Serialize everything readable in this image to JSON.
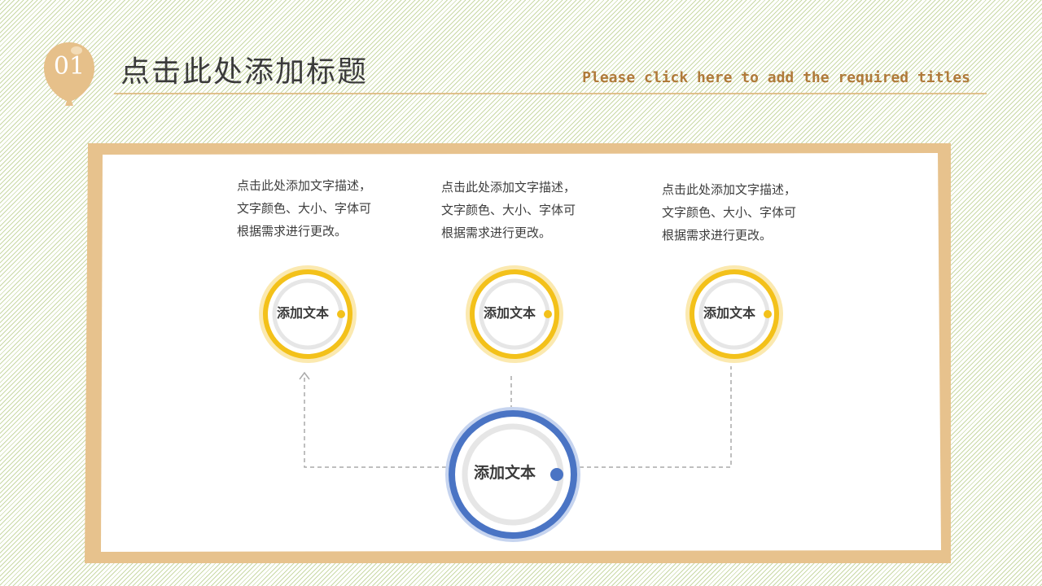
{
  "header": {
    "badge_number": "01",
    "title": "点击此处添加标题",
    "subtitle": "Please click here to add the required titles"
  },
  "descriptions": [
    {
      "text": "点击此处添加文字描述，\n文字颜色、大小、字体可\n根据需求进行更改。"
    },
    {
      "text": "点击此处添加文字描述，\n文字颜色、大小、字体可\n根据需求进行更改。"
    },
    {
      "text": "点击此处添加文字描述，\n文字颜色、大小、字体可\n根据需求进行更改。"
    }
  ],
  "nodes": {
    "left": {
      "label": "添加文本"
    },
    "middle": {
      "label": "添加文本"
    },
    "right": {
      "label": "添加文本"
    },
    "center": {
      "label": "添加文本"
    }
  },
  "colors": {
    "badge": "#e6c08a",
    "frame": "#e7c28d",
    "accent_yellow": "#f3c11a",
    "accent_blue": "#4a74c4",
    "ring_gray": "#e6e6e6",
    "connector": "#aaaaaa",
    "title_text": "#3b3b3b",
    "subtitle_text": "#b07a3a"
  }
}
